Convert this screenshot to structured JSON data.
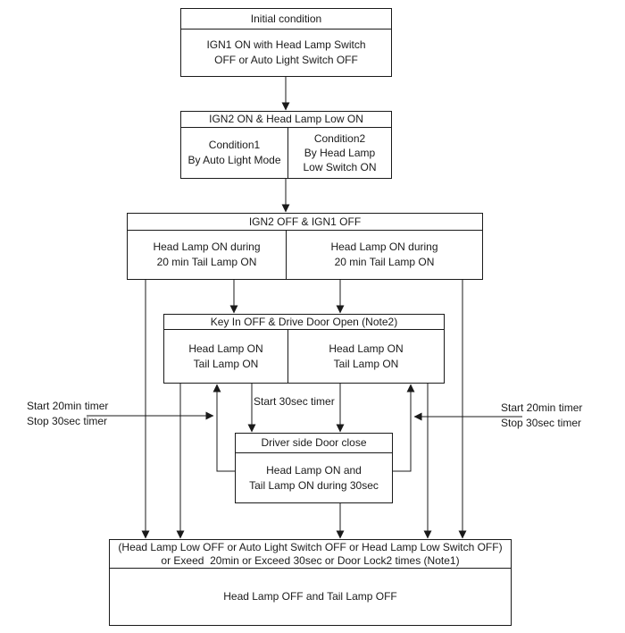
{
  "boxes": {
    "initial": {
      "header": "Initial condition",
      "body": "IGN1 ON with Head Lamp Switch\nOFF or Auto Light Switch OFF"
    },
    "ign2_on": {
      "header": "IGN2 ON & Head Lamp Low ON",
      "left": "Condition1\nBy Auto Light Mode",
      "right": "Condition2\nBy Head Lamp\nLow Switch ON"
    },
    "ign2_off": {
      "header": "IGN2 OFF & IGN1 OFF",
      "left": "Head Lamp ON during\n20 min Tail Lamp ON",
      "right": "Head Lamp ON during\n20 min Tail Lamp ON"
    },
    "key_in_off": {
      "header": "Key In OFF & Drive Door Open (Note2)",
      "left": "Head Lamp ON\nTail Lamp ON",
      "right": "Head Lamp ON\nTail Lamp ON"
    },
    "door_close": {
      "header": "Driver side Door close",
      "body": "Head Lamp ON and\nTail Lamp ON during 30sec"
    },
    "lamp_off": {
      "header": "(Head Lamp Low OFF or Auto Light Switch OFF or Head Lamp Low Switch OFF)\nor Exeed  20min or Exceed 30sec or Door Lock2 times (Note1)",
      "body": "Head Lamp OFF and Tail Lamp OFF"
    }
  },
  "labels": {
    "left_timer": "Start 20min timer\nStop 30sec timer",
    "mid_timer": "Start 30sec timer",
    "right_timer": "Start 20min timer\nStop 30sec timer"
  },
  "colors": {
    "line": "#1a1a1a",
    "background": "#ffffff",
    "text": "#1a1a1a"
  }
}
